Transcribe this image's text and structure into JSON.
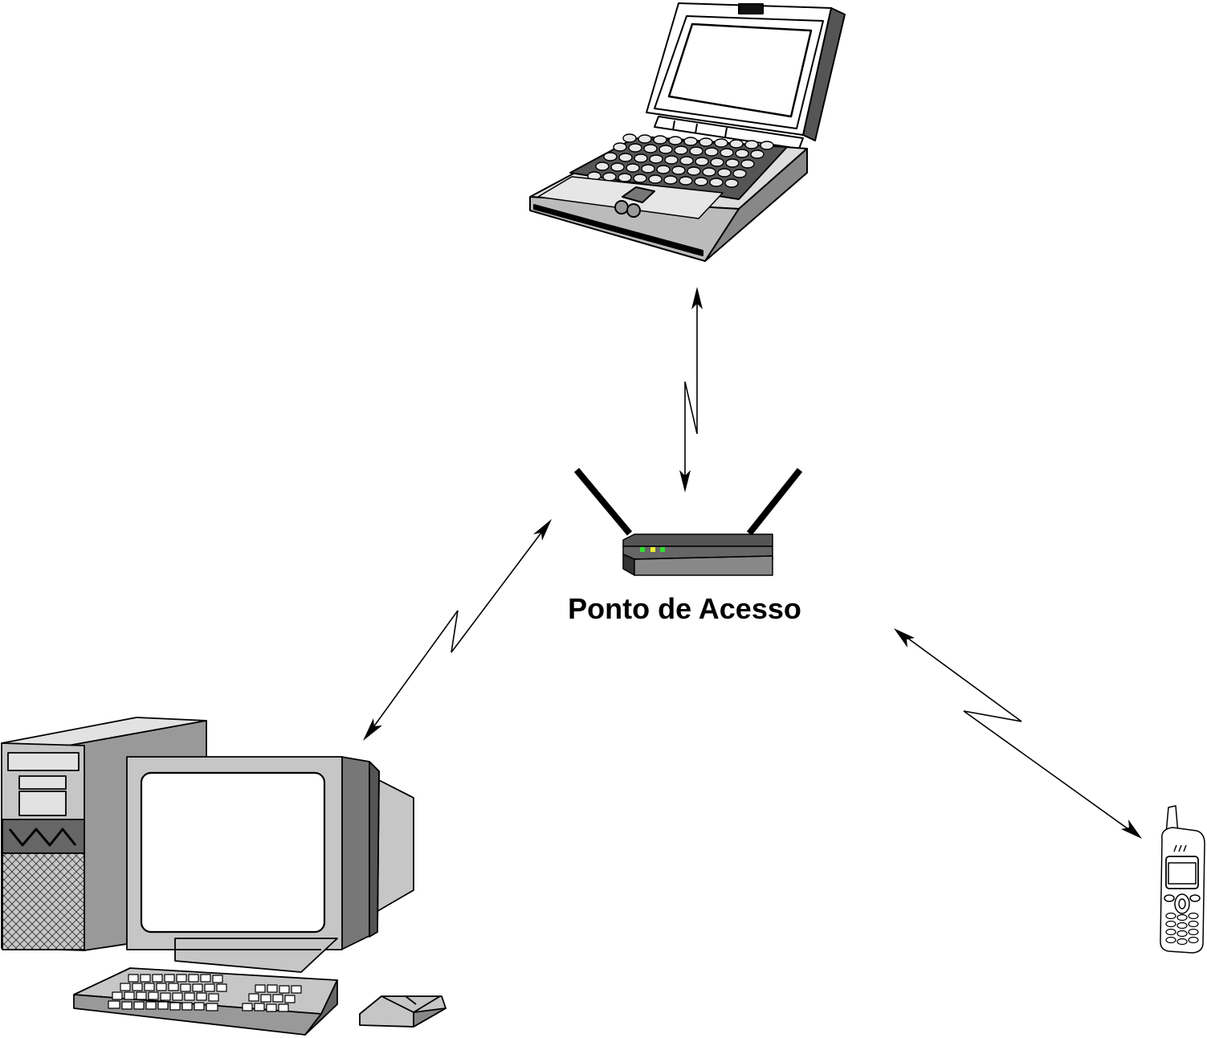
{
  "access_point": {
    "label": "Ponto de Acesso",
    "led_colors": [
      "#33dd33",
      "#eeee33",
      "#33dd33"
    ]
  },
  "devices": [
    {
      "name": "laptop",
      "icon": "laptop-icon"
    },
    {
      "name": "desktop-computer",
      "icon": "desktop-computer-icon"
    },
    {
      "name": "mobile-phone",
      "icon": "mobile-phone-icon"
    }
  ],
  "links": [
    {
      "from": "access-point",
      "to": "laptop",
      "type": "wireless-bidirectional"
    },
    {
      "from": "access-point",
      "to": "desktop-computer",
      "type": "wireless-bidirectional"
    },
    {
      "from": "access-point",
      "to": "mobile-phone",
      "type": "wireless-bidirectional"
    }
  ]
}
